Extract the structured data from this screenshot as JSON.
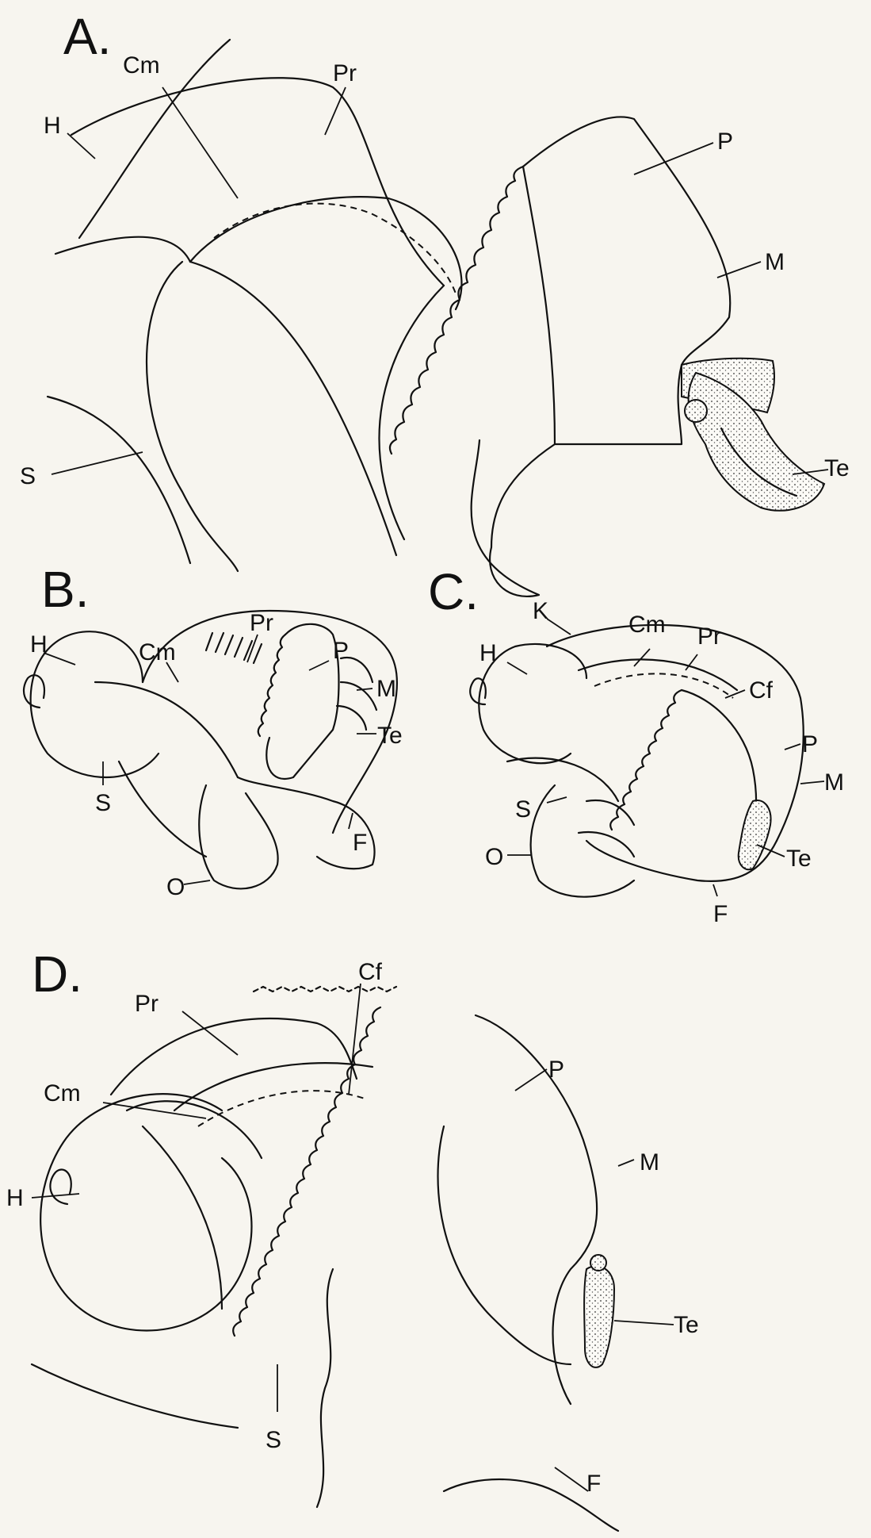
{
  "panels": {
    "A": {
      "letter": "A.",
      "labels": {
        "Cm": "Cm",
        "Pr": "Pr",
        "H": "H",
        "P": "P",
        "M": "M",
        "S": "S",
        "Te": "Te"
      }
    },
    "B": {
      "letter": "B.",
      "labels": {
        "Cm": "Cm",
        "Pr": "Pr",
        "H": "H",
        "P": "P",
        "M": "M",
        "Te": "Te",
        "S": "S",
        "F": "F",
        "O": "O"
      }
    },
    "C": {
      "letter": "C.",
      "labels": {
        "K": "K",
        "Cm": "Cm",
        "Pr": "Pr",
        "H": "H",
        "Cf": "Cf",
        "P": "P",
        "M": "M",
        "S": "S",
        "Te": "Te",
        "O": "O",
        "F": "F"
      }
    },
    "D": {
      "letter": "D.",
      "labels": {
        "Cf": "Cf",
        "Pr": "Pr",
        "P": "P",
        "Cm": "Cm",
        "M": "M",
        "H": "H",
        "Te": "Te",
        "S": "S",
        "F": "F"
      }
    }
  }
}
